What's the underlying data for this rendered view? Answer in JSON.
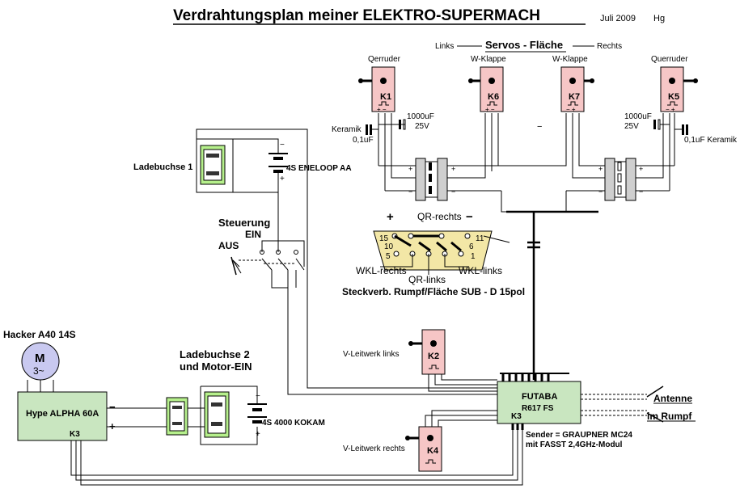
{
  "header": {
    "title": "Verdrahtungsplan  meiner  ELEKTRO-SUPERMACH",
    "date": "Juli 2009",
    "author": "Hg"
  },
  "servos": {
    "heading": "Servos - Fläche",
    "left_label": "Links",
    "right_label": "Rechts",
    "items": [
      {
        "id": "K1",
        "label": "Qerruder"
      },
      {
        "id": "K6",
        "label": "W-Klappe"
      },
      {
        "id": "K7",
        "label": "W-Klappe"
      },
      {
        "id": "K5",
        "label": "Querruder"
      }
    ]
  },
  "capacitors": {
    "left_elko": "1000uF",
    "left_elko_v": "25V",
    "left_ceramic_name": "Keramik",
    "left_ceramic_val": "0,1uF",
    "right_elko": "1000uF",
    "right_elko_v": "25V",
    "right_ceramic": "0,1uF Keramik"
  },
  "battery_rx": {
    "name": "4S ENELOOP AA",
    "charge_jack": "Ladebuchse 1"
  },
  "switch": {
    "label_line1": "Steuerung",
    "label_on": "EIN",
    "label_off": "AUS"
  },
  "subd": {
    "caption": "Steckverb. Rumpf/Fläche SUB - D 15pol",
    "plus": "+",
    "minus": "−",
    "qr_rechts": "QR-rechts",
    "qr_links": "QR-links",
    "wkl_rechts": "WKL-rechts",
    "wkl_links": "WKL-links",
    "pin15": "15",
    "pin10": "10",
    "pin5": "5",
    "pin11": "11",
    "pin6": "6",
    "pin1": "1"
  },
  "motor": {
    "title": "Hacker A40 14S",
    "m": "M",
    "phase": "3~",
    "esc": "Hype ALPHA 60A",
    "esc_k3": "K3",
    "minus": "−",
    "plus": "+"
  },
  "battery_main": {
    "name": "4S 4000 KOKAM",
    "jack_line1": "Ladebuchse 2",
    "jack_line2": "und Motor-EIN"
  },
  "tail": {
    "k2_label": "V-Leitwerk links",
    "k2": "K2",
    "k4_label": "V-Leitwerk rechts",
    "k4": "K4"
  },
  "receiver": {
    "line1": "FUTABA",
    "line2": "R617 FS",
    "k3": "K3",
    "sender_line1": "Sender = GRAUPNER MC24",
    "sender_line2": "mit FASST 2,4GHz-Modul",
    "antenna1": "Antenne",
    "antenna2": "im Rumpf"
  },
  "minus_mid": "−"
}
